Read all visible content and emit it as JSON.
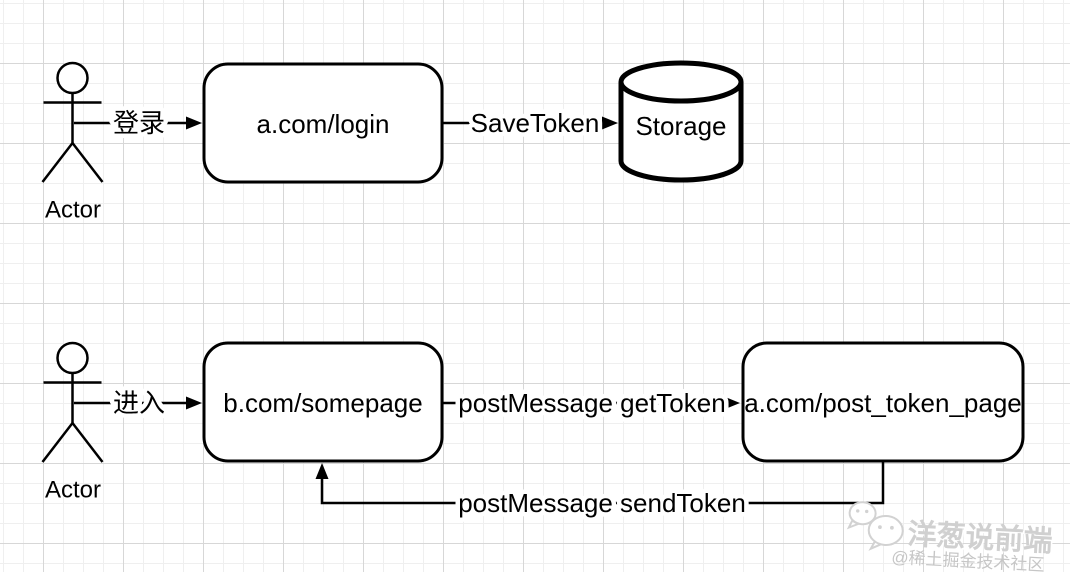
{
  "top_flow": {
    "actor_label": "Actor",
    "action_label": "登录",
    "login_node_label": "a.com/login",
    "save_edge_label": "SaveToken",
    "storage_node_label": "Storage"
  },
  "bottom_flow": {
    "actor_label": "Actor",
    "action_label": "进入",
    "page_node_label": "b.com/somepage",
    "get_edge_label": "postMessage getToken",
    "token_page_node_label": "a.com/post_token_page",
    "send_edge_label": "postMessage sendToken"
  },
  "watermark": {
    "icon": "chat-bubbles-icon",
    "title": "洋葱说前端",
    "subtitle": "@稀土掘金技术社区"
  },
  "colors": {
    "diagram_stroke": "#000000",
    "node_fill": "#ffffff",
    "grid_minor": "#efefef",
    "grid_major": "#d7d7d7",
    "watermark_gray": "#d0d0d0"
  }
}
